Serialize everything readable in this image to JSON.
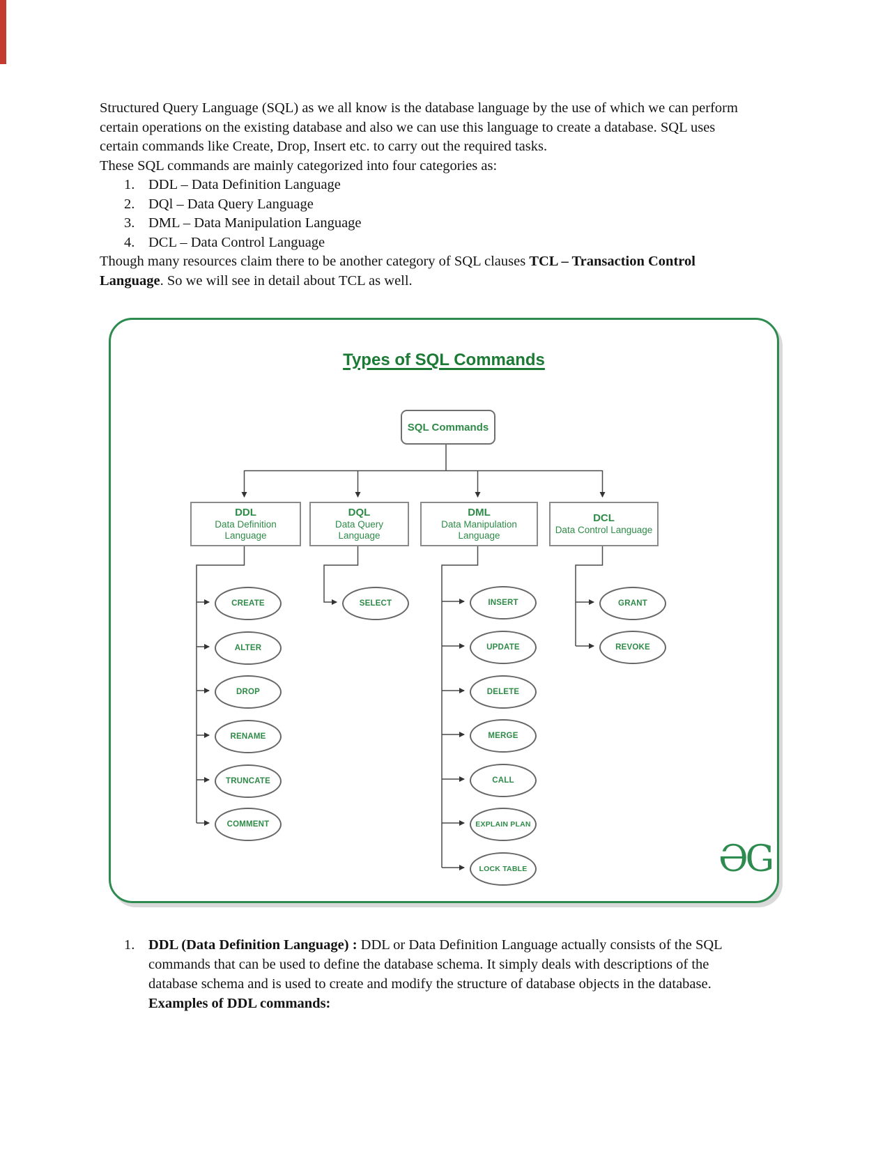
{
  "intro": {
    "p1": "Structured Query Language (SQL) as we all know is the database language by the use of which we can perform certain operations on the existing database and also we can use this language to create a database. SQL uses certain commands like Create, Drop, Insert etc. to carry out the required tasks.",
    "p2": "These SQL commands are mainly categorized into four categories as:",
    "list": [
      {
        "num": "1.",
        "text": "DDL – Data Definition Language"
      },
      {
        "num": "2.",
        "text": "DQl – Data Query Language"
      },
      {
        "num": "3.",
        "text": "DML – Data Manipulation Language"
      },
      {
        "num": "4.",
        "text": "DCL – Data Control Language"
      }
    ],
    "tcl_pre": "Though many resources claim there to be another category of SQL clauses ",
    "tcl_bold": "TCL – Transaction Control Language",
    "tcl_post": ". So we will see in detail about TCL as well."
  },
  "diagram": {
    "title": "Types of SQL Commands",
    "root": "SQL Commands",
    "columns": [
      {
        "abbr": "DDL",
        "name_lines": [
          "Data Definition",
          "Language"
        ],
        "ovals": [
          "CREATE",
          "ALTER",
          "DROP",
          "RENAME",
          "TRUNCATE",
          "COMMENT"
        ]
      },
      {
        "abbr": "DQL",
        "name_lines": [
          "Data Query",
          "Language"
        ],
        "ovals": [
          "SELECT"
        ]
      },
      {
        "abbr": "DML",
        "name_lines": [
          "Data Manipulation",
          "Language"
        ],
        "ovals": [
          "INSERT",
          "UPDATE",
          "DELETE",
          "MERGE",
          "CALL",
          "EXPLAIN PLAN",
          "LOCK TABLE"
        ]
      },
      {
        "abbr": "DCL",
        "name_lines": [
          "Data Control Language"
        ],
        "ovals": [
          "GRANT",
          "REVOKE"
        ]
      }
    ],
    "logo": "ƏG",
    "colors": {
      "green": "#2e8b47",
      "title_green": "#1b7a33",
      "border": "#2e8b4f",
      "line": "#4a4a4a"
    }
  },
  "ddl_section": {
    "num": "1.",
    "bold_lead": "DDL (Data Definition Language) : ",
    "body": "DDL or Data Definition Language actually consists of the SQL commands that can be used to define the database schema. It simply deals with descriptions of the database schema and is used to create and modify the structure of database objects in the database.",
    "examples_label": "Examples of DDL commands:"
  }
}
